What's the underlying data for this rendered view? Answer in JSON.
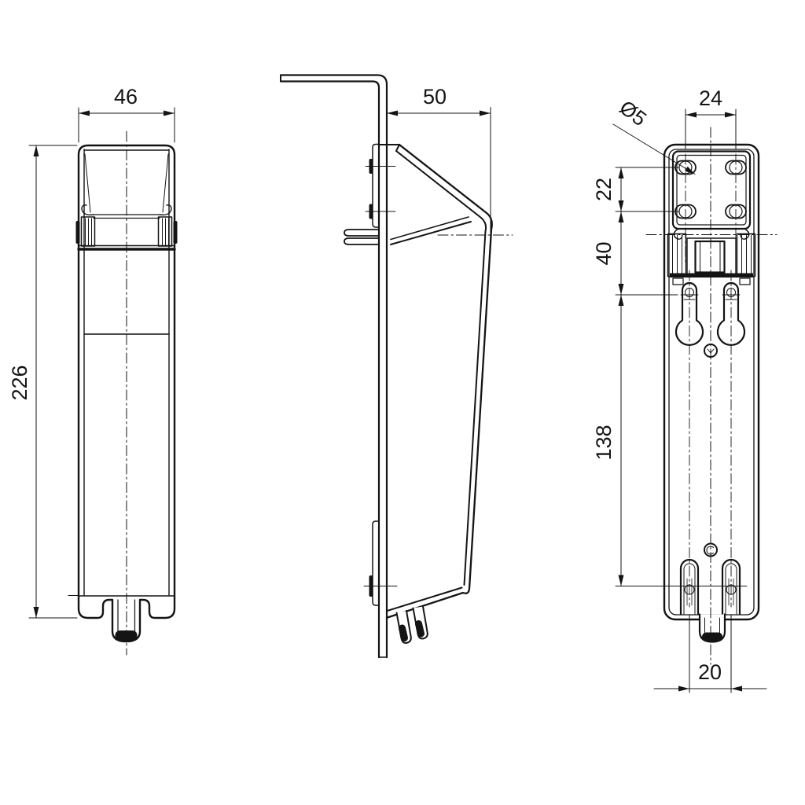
{
  "drawing": {
    "type": "technical-drawing-three-views",
    "background": "#ffffff",
    "line_color": "#141414"
  },
  "dims": {
    "front_width": "46",
    "front_height": "226",
    "side_depth": "50",
    "rear_hole_pitch": "24",
    "rear_hole_dia": "Ø5",
    "rear_row_pitch": "22",
    "rear_hinge_offset": "40",
    "rear_slot_span": "138",
    "rear_pin_pitch": "20"
  }
}
